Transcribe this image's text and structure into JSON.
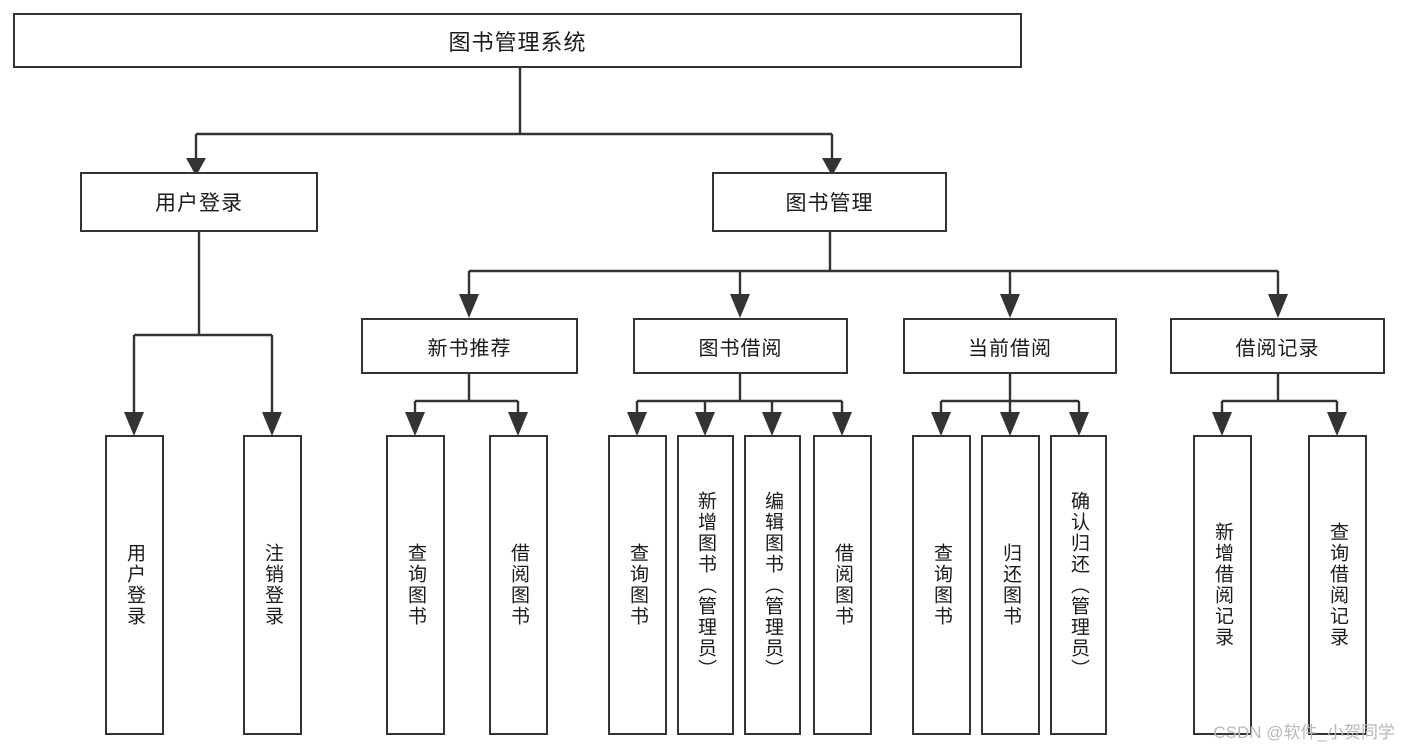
{
  "diagram": {
    "title": "图书管理系统",
    "type": "hierarchy-tree",
    "background_color": "#ffffff",
    "border_color": "#333333",
    "text_color": "#1a1a1a"
  },
  "root": {
    "label": "图书管理系统"
  },
  "level2": [
    {
      "label": "用户登录"
    },
    {
      "label": "图书管理"
    }
  ],
  "level3": [
    {
      "label": "新书推荐"
    },
    {
      "label": "图书借阅"
    },
    {
      "label": "当前借阅"
    },
    {
      "label": "借阅记录"
    }
  ],
  "leaves": {
    "user_login": [
      {
        "label": "用户登录"
      },
      {
        "label": "注销登录"
      }
    ],
    "new_book_recommend": [
      {
        "label": "查询图书"
      },
      {
        "label": "借阅图书"
      }
    ],
    "book_borrow": [
      {
        "label": "查询图书"
      },
      {
        "label": "新增图书（管理员）"
      },
      {
        "label": "编辑图书（管理员）"
      },
      {
        "label": "借阅图书"
      }
    ],
    "current_borrow": [
      {
        "label": "查询图书"
      },
      {
        "label": "归还图书"
      },
      {
        "label": "确认归还（管理员）"
      }
    ],
    "borrow_record": [
      {
        "label": "新增借阅记录"
      },
      {
        "label": "查询借阅记录"
      }
    ]
  },
  "watermark": {
    "text": "CSDN @软件_小贺同学",
    "color": "#b9b9b9"
  }
}
